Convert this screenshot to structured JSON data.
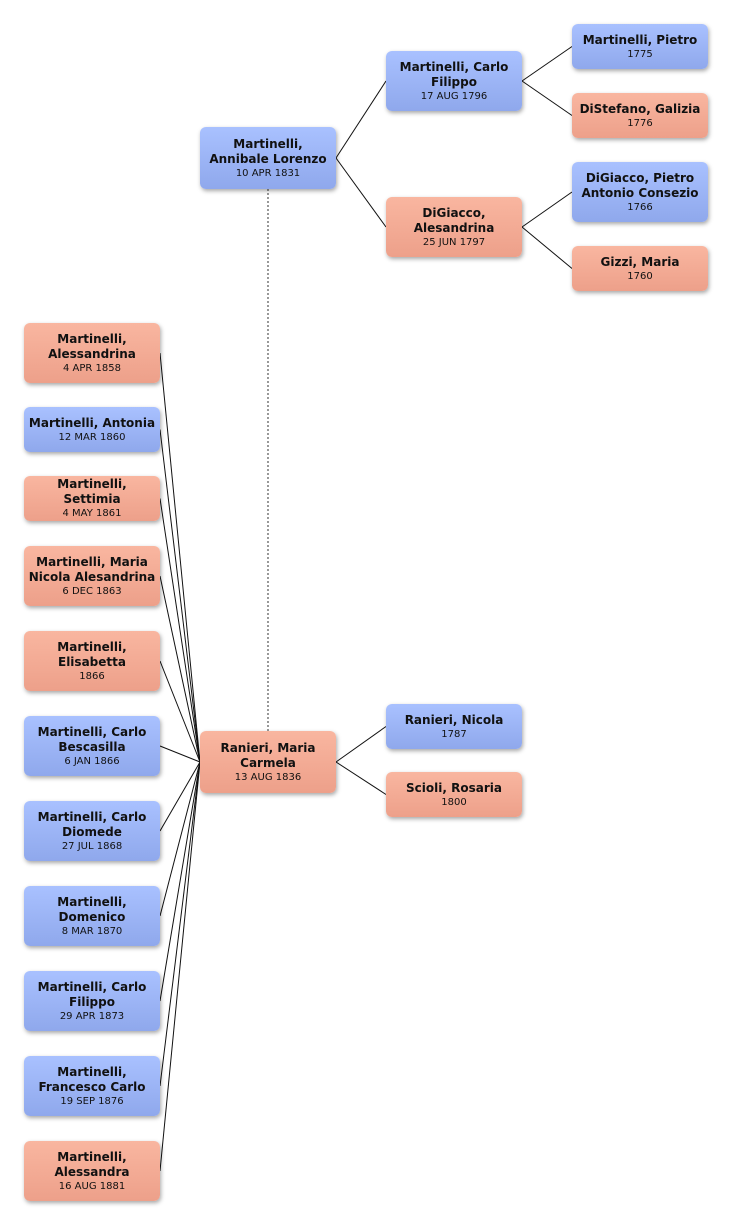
{
  "colors": {
    "male": "#9bb4f7",
    "female": "#f4ab94",
    "line": "#111111"
  },
  "people": {
    "annibale": {
      "name": "Martinelli,\nAnnibale Lorenzo",
      "date": "10 APR 1831",
      "gender": "male"
    },
    "carlo_filippo_1796": {
      "name": "Martinelli, Carlo\nFilippo",
      "date": "17 AUG 1796",
      "gender": "male"
    },
    "alesandrina_1797": {
      "name": "DiGiacco,\nAlesandrina",
      "date": "25 JUN 1797",
      "gender": "female"
    },
    "pietro": {
      "name": "Martinelli, Pietro",
      "date": "1775",
      "gender": "male"
    },
    "galizia": {
      "name": "DiStefano, Galizia",
      "date": "1776",
      "gender": "female"
    },
    "pietro_antonio": {
      "name": "DiGiacco, Pietro\nAntonio Consezio",
      "date": "1766",
      "gender": "male"
    },
    "gizzi": {
      "name": "Gizzi, Maria",
      "date": "1760",
      "gender": "female"
    },
    "maria_carmela": {
      "name": "Ranieri, Maria\nCarmela",
      "date": "13 AUG 1836",
      "gender": "female"
    },
    "nicola": {
      "name": "Ranieri, Nicola",
      "date": "1787",
      "gender": "male"
    },
    "rosaria": {
      "name": "Scioli, Rosaria",
      "date": "1800",
      "gender": "female"
    },
    "c0": {
      "name": "Martinelli,\nAlessandrina",
      "date": "4 APR 1858",
      "gender": "female"
    },
    "c1": {
      "name": "Martinelli, Antonia",
      "date": "12 MAR 1860",
      "gender": "male"
    },
    "c2": {
      "name": "Martinelli, Settimia",
      "date": "4 MAY 1861",
      "gender": "female"
    },
    "c3": {
      "name": "Martinelli, Maria\nNicola Alesandrina",
      "date": "6 DEC 1863",
      "gender": "female"
    },
    "c4": {
      "name": "Martinelli,\nElisabetta",
      "date": "1866",
      "gender": "female"
    },
    "c5": {
      "name": "Martinelli, Carlo\nBescasilla",
      "date": "6 JAN 1866",
      "gender": "male"
    },
    "c6": {
      "name": "Martinelli, Carlo\nDiomede",
      "date": "27 JUL 1868",
      "gender": "male"
    },
    "c7": {
      "name": "Martinelli,\nDomenico",
      "date": "8 MAR 1870",
      "gender": "male"
    },
    "c8": {
      "name": "Martinelli, Carlo\nFilippo",
      "date": "29 APR 1873",
      "gender": "male"
    },
    "c9": {
      "name": "Martinelli,\nFrancesco Carlo",
      "date": "19 SEP 1876",
      "gender": "male"
    },
    "c10": {
      "name": "Martinelli,\nAlessandra",
      "date": "16 AUG 1881",
      "gender": "female"
    }
  }
}
